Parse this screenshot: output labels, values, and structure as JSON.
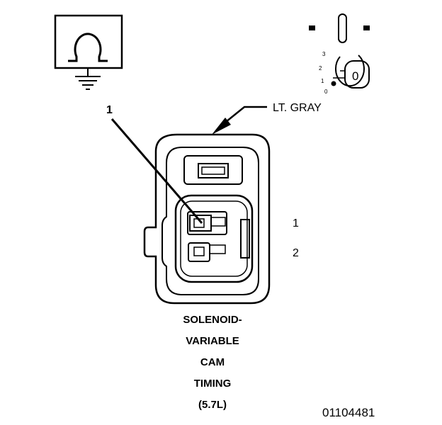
{
  "wire_color_label": "LT. GRAY",
  "callout_number": "1",
  "pin_labels": [
    "1",
    "2"
  ],
  "ignition_switch": {
    "positions": [
      "3",
      "2",
      "1",
      "0"
    ],
    "key_label": "0"
  },
  "component_name_lines": [
    "SOLENOID-",
    "VARIABLE",
    "CAM",
    "TIMING",
    "(5.7L)"
  ],
  "figure_id": "01104481",
  "icons": [
    "ohm-ground-icon",
    "ignition-switch-icon",
    "connector-icon"
  ]
}
